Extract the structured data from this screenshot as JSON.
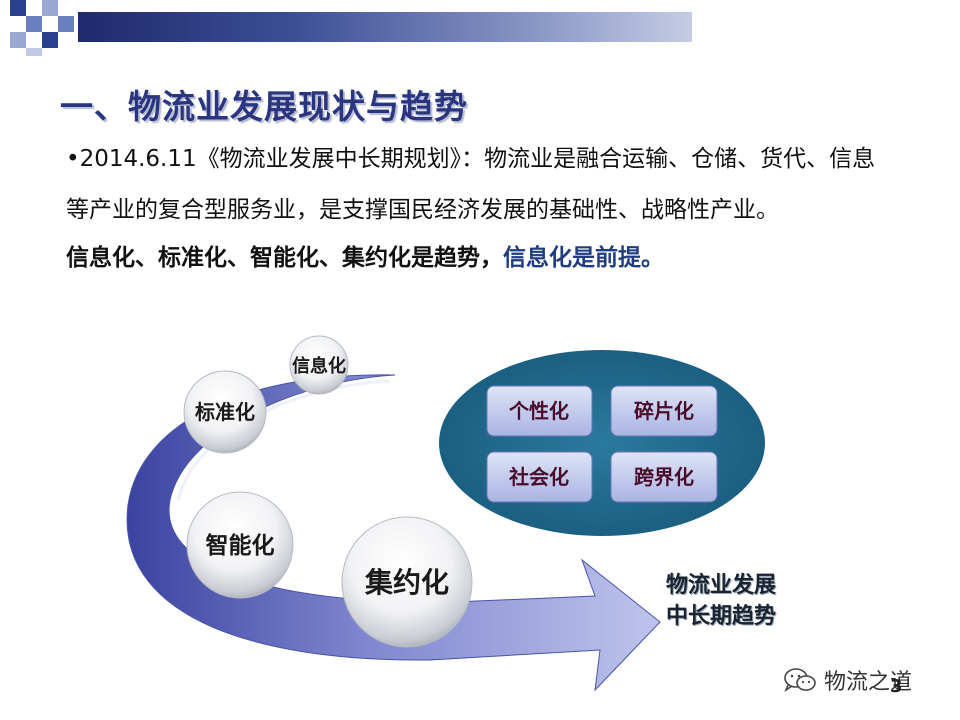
{
  "slide": {
    "title": "一、物流业发展现状与趋势",
    "paragraph1": "•2014.6.11《物流业发展中长期规划》：物流业是融合运输、仓储、货代、信息等产业的复合型服务业，是支撑国民经济发展的基础性、战略性产业。",
    "paragraph2_main": "信息化、标准化、智能化、集约化是趋势，",
    "paragraph2_accent": "信息化是前提。"
  },
  "diagram": {
    "bubbles": [
      "信息化",
      "标准化",
      "智能化",
      "集约化"
    ],
    "ellipse_boxes": [
      "个性化",
      "碎片化",
      "社会化",
      "跨界化"
    ],
    "arrow_label_line1": "物流业发展",
    "arrow_label_line2": "中长期趋势"
  },
  "footer": {
    "watermark_text": "物流之道",
    "watermark_icon": "wechat-icon",
    "page_number": "3"
  },
  "colors": {
    "title": "#2a3580",
    "banner_dark": "#1e2a6b",
    "ellipse": "#1f6688",
    "arrow": "#5a63b8",
    "box_fill": "#bcc6ec",
    "box_text": "#4b0b2a",
    "accent_text": "#1f3d80"
  }
}
